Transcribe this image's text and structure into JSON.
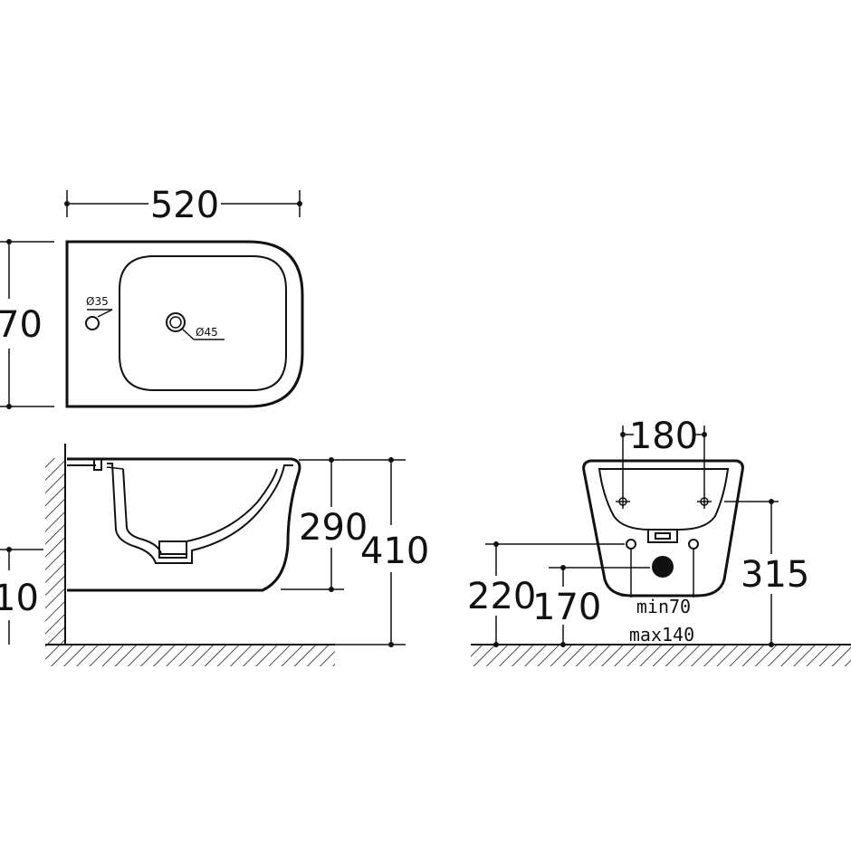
{
  "top_view": {
    "width_label": "520",
    "depth_label": "70",
    "tap_hole_label": "Ø35",
    "drain_label": "Ø45"
  },
  "side_view": {
    "bowl_height_label": "290",
    "total_height_label": "410",
    "bracket_label": "10"
  },
  "front_view": {
    "tap_spacing_label": "180",
    "inlet_height_label": "220",
    "drain_height_label": "170",
    "fixing_height_label": "315",
    "min_label": "min70",
    "max_label": "max140"
  }
}
